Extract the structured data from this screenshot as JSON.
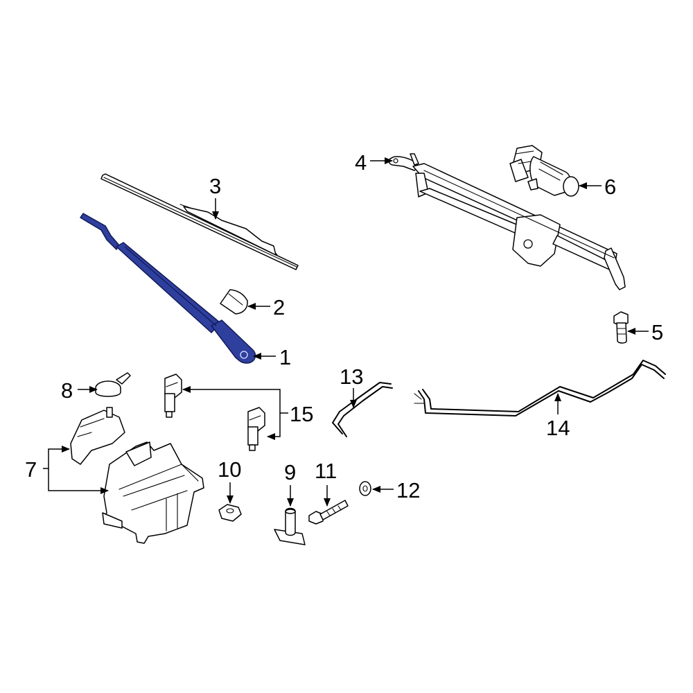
{
  "colors": {
    "background": "#ffffff",
    "line": "#000000",
    "highlight": "#2f3f9e"
  },
  "callouts": {
    "c1": "1",
    "c2": "2",
    "c3": "3",
    "c4": "4",
    "c5": "5",
    "c6": "6",
    "c7": "7",
    "c8": "8",
    "c9": "9",
    "c10": "10",
    "c11": "11",
    "c12": "12",
    "c13": "13",
    "c14": "14",
    "c15": "15"
  },
  "highlighted_part": "1"
}
